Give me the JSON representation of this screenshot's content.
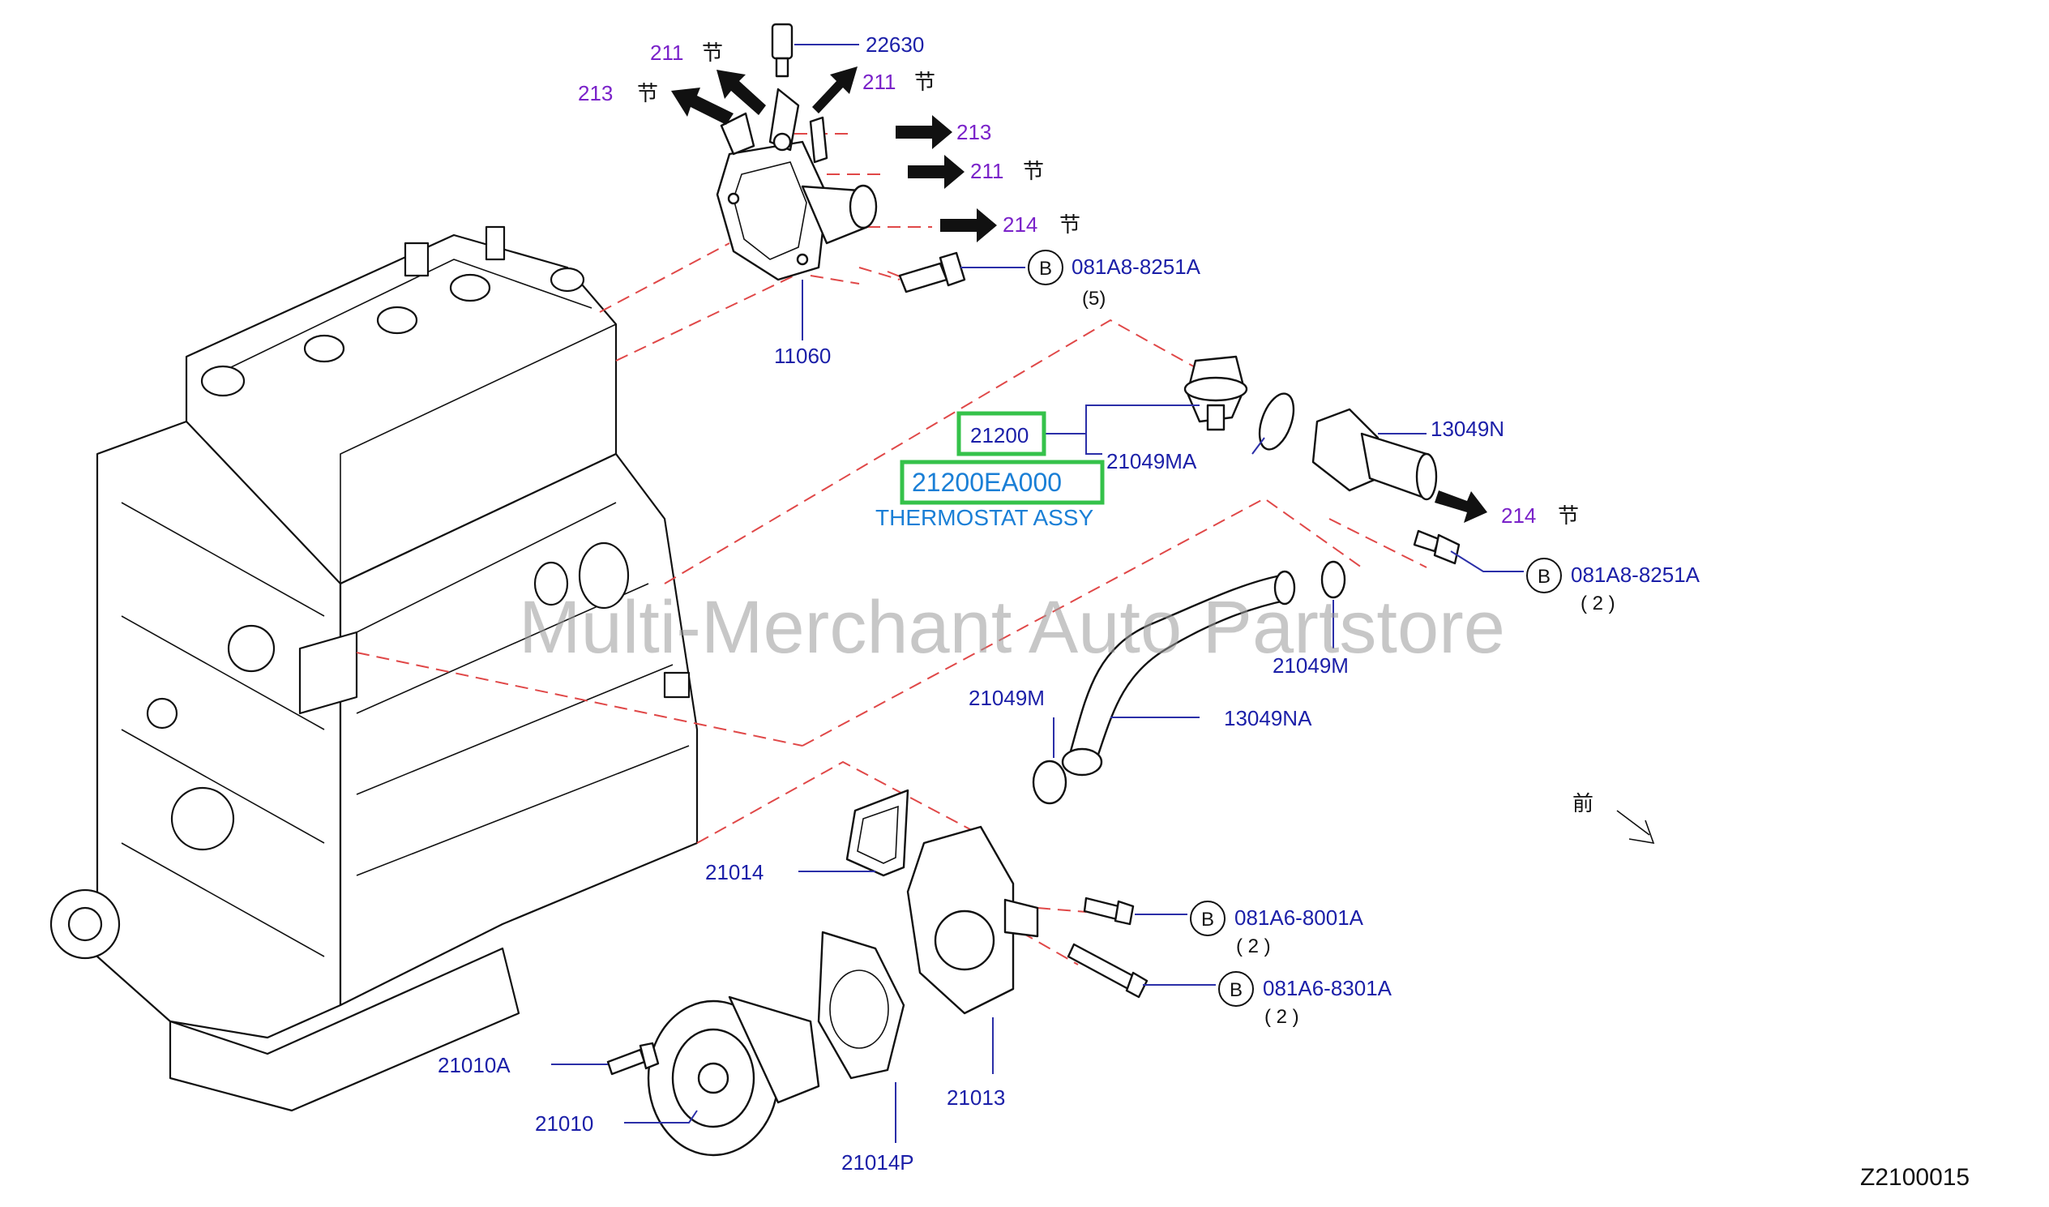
{
  "diagram": {
    "watermark": "Multi-Merchant Auto Partstore",
    "figure_code": "Z2100015",
    "highlight": {
      "part_number": "21200",
      "oem_number": "21200EA000",
      "description": "THERMOSTAT ASSY"
    },
    "front_mark": "前",
    "section_glyph": "节",
    "parts": {
      "p22630": "22630",
      "p11060": "11060",
      "p21049MA": "21049MA",
      "p13049N": "13049N",
      "p21049M_a": "21049M",
      "p21049M_b": "21049M",
      "p13049NA": "13049NA",
      "p21014": "21014",
      "p21010A": "21010A",
      "p21010": "21010",
      "p21014P": "21014P",
      "p21013": "21013"
    },
    "refs": {
      "r211_a": "211",
      "r213_a": "213",
      "r211_b": "211",
      "r213_b": "213",
      "r211_c": "211",
      "r214_a": "214",
      "r214_b": "214"
    },
    "bolts": [
      {
        "badge": "B",
        "number": "081A8-8251A",
        "qty": "(5)"
      },
      {
        "badge": "B",
        "number": "081A8-8251A",
        "qty": "( 2 )"
      },
      {
        "badge": "B",
        "number": "081A6-8001A",
        "qty": "( 2 )"
      },
      {
        "badge": "B",
        "number": "081A6-8301A",
        "qty": "( 2 )"
      }
    ],
    "colors": {
      "part_number": "#1b1fa8",
      "section_ref": "#7a22c9",
      "highlight_box": "#35c24a",
      "highlight_text": "#1a7fd6",
      "dashed_line": "#e04848"
    }
  }
}
